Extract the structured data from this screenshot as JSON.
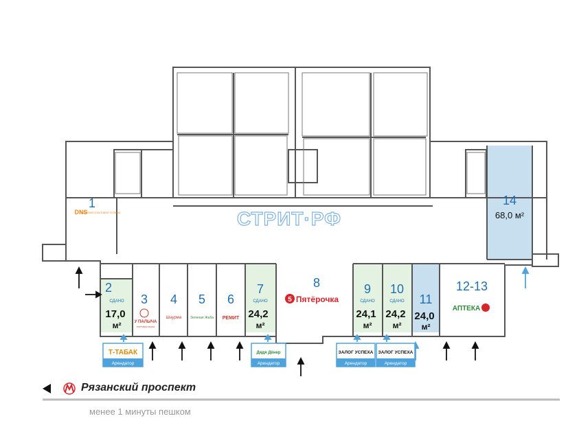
{
  "watermark": "СТРИТ·РФ",
  "rooms": {
    "r1": {
      "number": "1",
      "tenant_logo": "DNS",
      "tenant_sub": "ЦИФРОВАЯ И БЫТОВАЯ ТЕХНИКА"
    },
    "r2": {
      "number": "2",
      "status": "СДАНО",
      "area": "17,0",
      "unit": "м²"
    },
    "r3": {
      "number": "3",
      "tenant": "У ПАЛЫЧА",
      "tenant_sub": "ТОРГОВАЯ МАРКА"
    },
    "r4": {
      "number": "4",
      "tenant": "Шаурма"
    },
    "r5": {
      "number": "5",
      "tenant": "Зеленая Жаба"
    },
    "r6": {
      "number": "6",
      "tenant": "РЕМИТ"
    },
    "r7": {
      "number": "7",
      "status": "СДАНО",
      "area": "24,2",
      "unit": "м²"
    },
    "r8": {
      "number": "8",
      "tenant_num": "5",
      "tenant": "Пятёрочка"
    },
    "r9": {
      "number": "9",
      "status": "СДАНО",
      "area": "24,1",
      "unit": "м²"
    },
    "r10": {
      "number": "10",
      "status": "СДАНО",
      "area": "24,2",
      "unit": "м²"
    },
    "r11": {
      "number": "11",
      "area": "24,0",
      "unit": "м²"
    },
    "r12_13": {
      "number": "12-13",
      "tenant": "АПТЕКА"
    },
    "r14": {
      "number": "14",
      "area": "68,0 м²"
    }
  },
  "badges": [
    {
      "name": "Т-ТАБАК",
      "sub": "Арендатор"
    },
    {
      "name": "Дядя Дёнер",
      "sub": "Арендатор"
    },
    {
      "name": "ЗАЛОГ УСПЕХА",
      "sub": "Арендатор"
    },
    {
      "name": "ЗАЛОГ УСПЕХА",
      "sub": "Арендатор"
    }
  ],
  "street": "Рязанский проспект",
  "walk_time": "менее 1 минуты пешком",
  "colors": {
    "highlight_green": "#e3f2e1",
    "highlight_blue": "#c8dff0",
    "metro_red": "#d6262b",
    "accent_blue": "#1f6fb2"
  }
}
